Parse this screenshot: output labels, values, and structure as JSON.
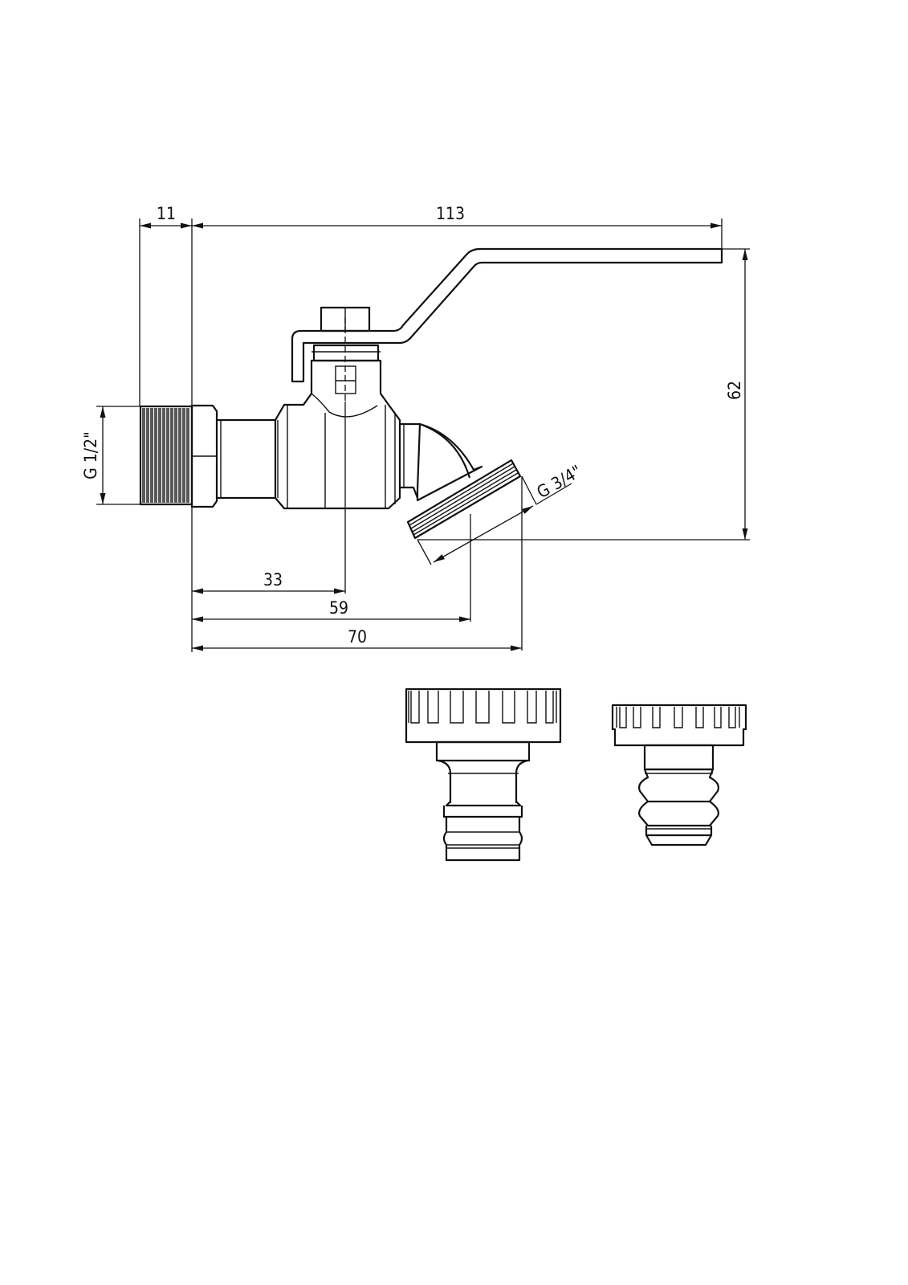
{
  "drawing": {
    "dimensions": {
      "thread_length": "11",
      "overall_length": "113",
      "height": "62",
      "inlet_thread": "G 1/2\"",
      "outlet_thread": "G 3/4\"",
      "axis_to_stem": "33",
      "axis_to_outlet_center": "59",
      "axis_to_outlet_edge": "70"
    },
    "colors": {
      "line": "#111111",
      "background": "#ffffff"
    }
  }
}
